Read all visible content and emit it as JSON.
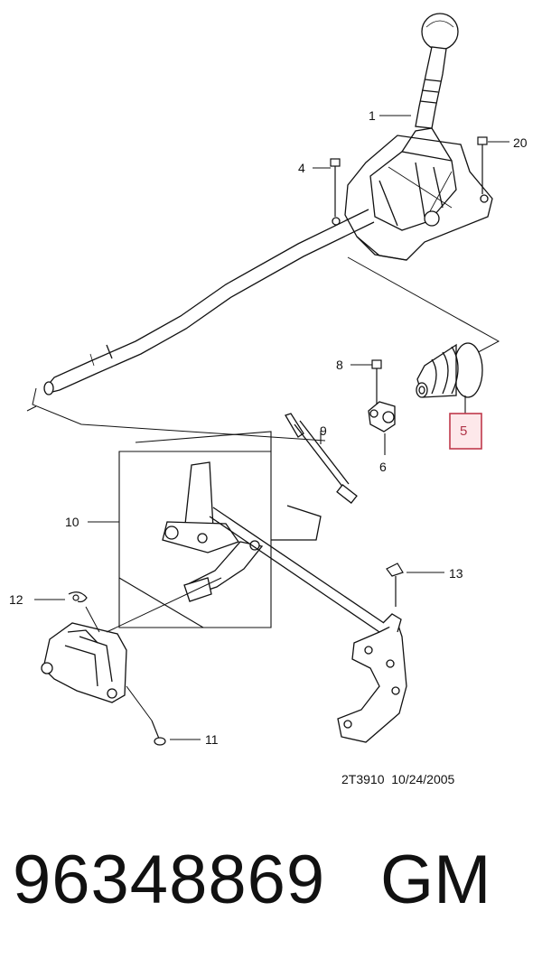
{
  "diagram": {
    "callouts": {
      "c1": "1",
      "c20": "20",
      "c4": "4",
      "c8": "8",
      "c5": "5",
      "c9": "9",
      "c6": "6",
      "c10": "10",
      "c12": "12",
      "c13": "13",
      "c11": "11"
    },
    "highlight_color": "#c0394b",
    "stamp": "2T3910  10/24/2005"
  },
  "footer": {
    "part_number": "96348869",
    "brand": "GM"
  }
}
